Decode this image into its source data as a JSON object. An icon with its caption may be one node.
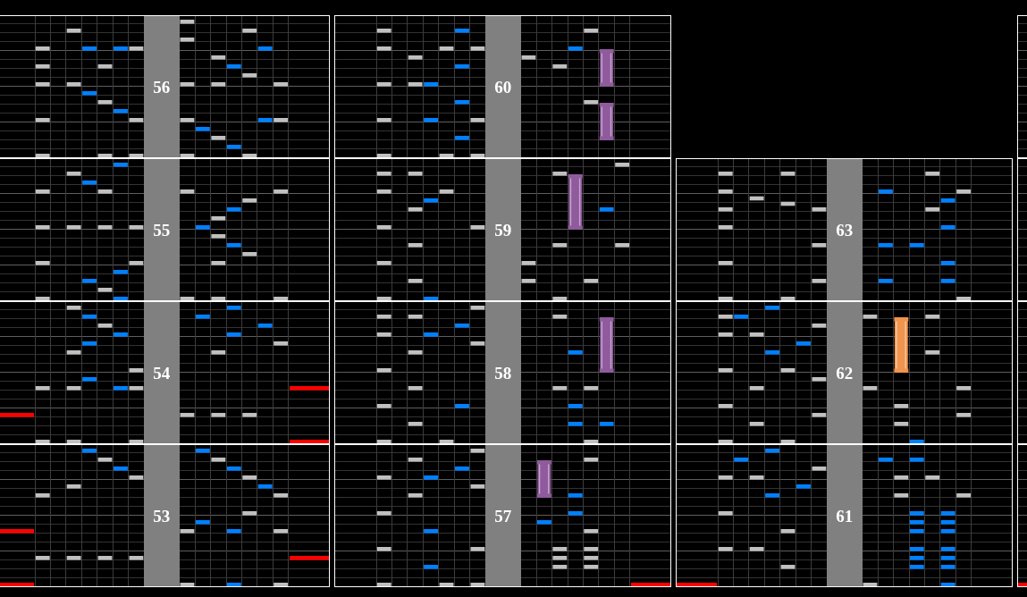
{
  "diagram": {
    "nodes": [
      {
        "text": [
          "56"
        ]
      },
      {
        "text": [
          "60"
        ]
      },
      {
        "text": [
          "55"
        ]
      },
      {
        "text": [
          "59"
        ]
      },
      {
        "text": [
          "63"
        ]
      },
      {
        "text": [
          "54"
        ]
      },
      {
        "text": [
          "58"
        ]
      },
      {
        "text": [
          "62"
        ]
      },
      {
        "text": [
          "53"
        ]
      },
      {
        "text": [
          "57"
        ]
      },
      {
        "text": [
          "61"
        ]
      }
    ]
  }
}
